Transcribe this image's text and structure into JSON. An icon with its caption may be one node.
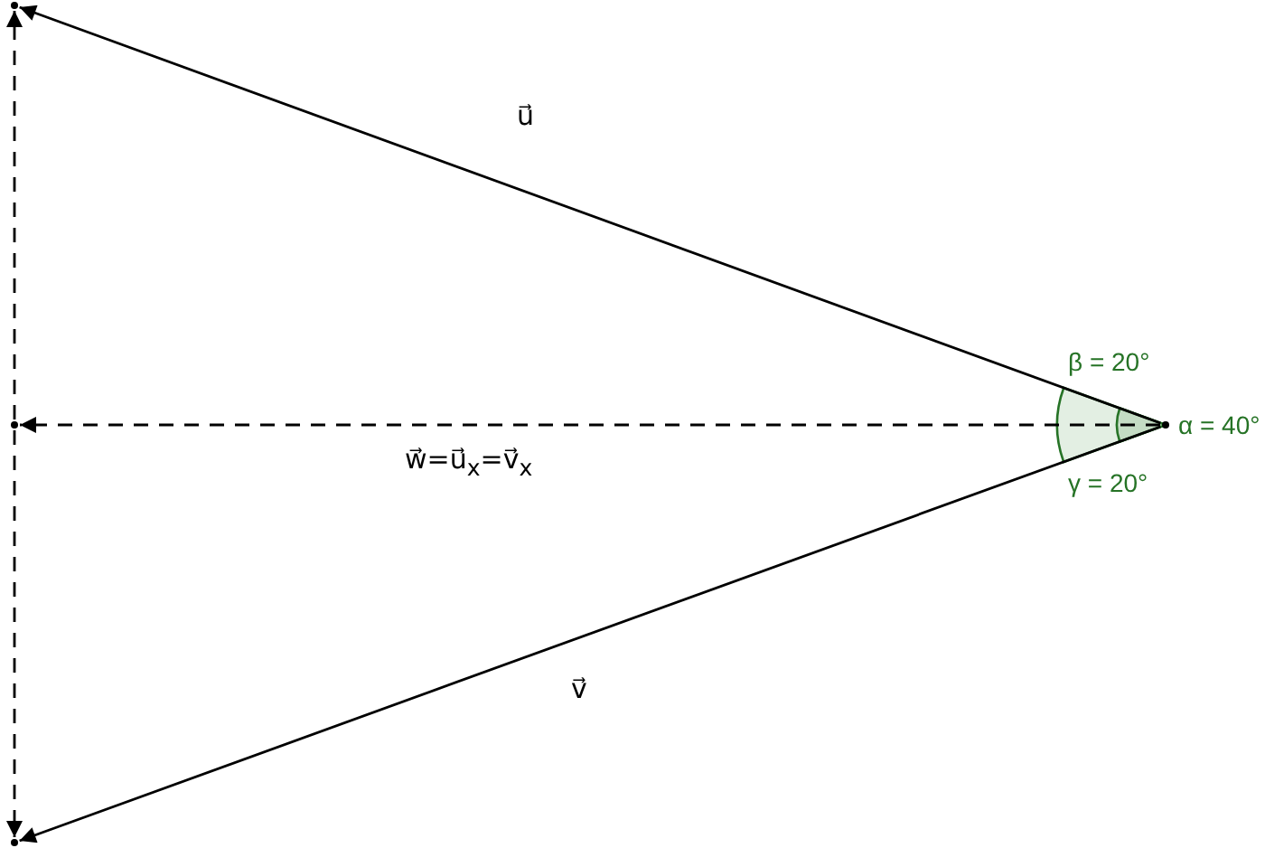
{
  "diagram": {
    "nodes": [
      {
        "text": [],
        "shape": "point"
      },
      {
        "text": [],
        "shape": "point"
      },
      {
        "text": [],
        "shape": "point"
      },
      {
        "text": [],
        "shape": "point"
      }
    ],
    "edges": [
      {
        "from": 0,
        "to": 1,
        "arrow": "to",
        "label": "u⃗"
      },
      {
        "from": 0,
        "to": 2,
        "arrow": "to",
        "style": "dashed",
        "label": "w⃗=u⃗$_{x}$=v⃗$_{x}$"
      },
      {
        "from": 0,
        "to": 3,
        "arrow": "to",
        "label": "v⃗"
      },
      {
        "from": 2,
        "to": 1,
        "arrow": "to",
        "style": "dashed"
      },
      {
        "from": 2,
        "to": 3,
        "arrow": "to",
        "style": "dashed"
      }
    ],
    "labels": [
      "β = 20°",
      "α = 40°",
      "γ = 20°"
    ]
  }
}
